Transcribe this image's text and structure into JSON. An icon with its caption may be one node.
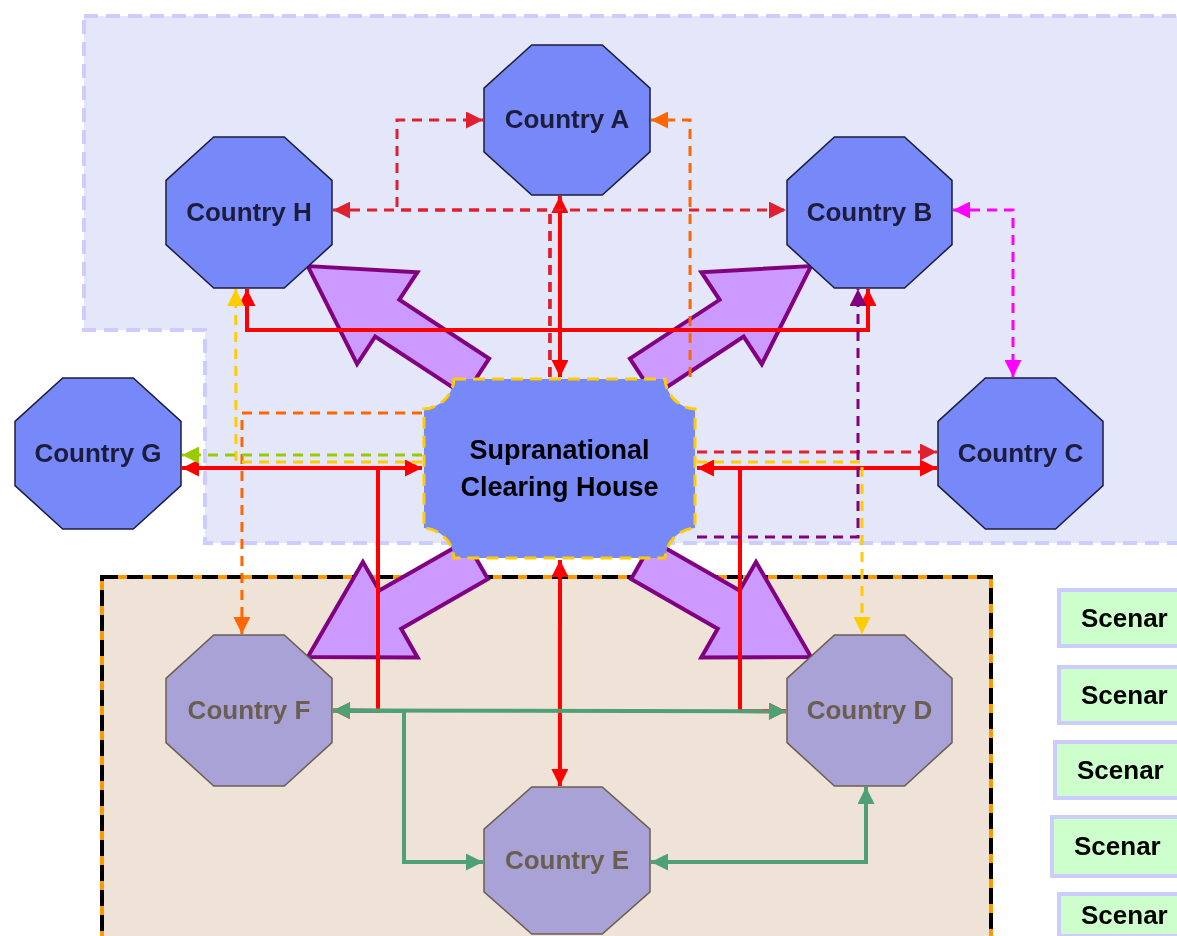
{
  "diagram": {
    "nodes": [
      {
        "text": [],
        "shape": "box"
      },
      {
        "text": [
          "Country A"
        ],
        "in": 0
      },
      {
        "text": [
          "Country H"
        ],
        "in": 0
      },
      {
        "text": [
          "Country B"
        ],
        "in": 0
      },
      {
        "text": [
          "Supranational Clearing House"
        ],
        "in": 0
      },
      {
        "text": [
          "Country C"
        ],
        "in": 0
      },
      {
        "text": [
          "Country G"
        ]
      },
      {
        "text": [],
        "shape": "box"
      },
      {
        "text": [
          "Country F"
        ],
        "in": 7
      },
      {
        "text": [
          "Country D"
        ],
        "in": 7
      },
      {
        "text": [
          "Country E"
        ],
        "in": 7
      },
      {
        "text": [
          "Scenar"
        ]
      },
      {
        "text": [
          "Scenar"
        ]
      },
      {
        "text": [
          "Scenar"
        ]
      },
      {
        "text": [
          "Scenar"
        ]
      },
      {
        "text": [
          "Scenar"
        ]
      }
    ],
    "edges": [
      {
        "from": 4,
        "to": 2,
        "arrow": "to",
        "style": "thick",
        "color": "#800080"
      },
      {
        "from": 4,
        "to": 3,
        "arrow": "to",
        "style": "thick",
        "color": "#800080"
      },
      {
        "from": 4,
        "to": 8,
        "arrow": "to",
        "style": "thick",
        "color": "#800080"
      },
      {
        "from": 4,
        "to": 9,
        "arrow": "to",
        "style": "thick",
        "color": "#800080"
      },
      {
        "from": 4,
        "to": 1,
        "arrow": "both"
      },
      {
        "from": 4,
        "to": 6,
        "arrow": "both"
      },
      {
        "from": 4,
        "to": 5,
        "arrow": "both"
      },
      {
        "from": 4,
        "to": 10,
        "arrow": "both"
      },
      {
        "from": 2,
        "to": 3,
        "arrow": "both"
      },
      {
        "from": 4,
        "to": 8,
        "arrow": "to"
      },
      {
        "from": 4,
        "to": 9,
        "arrow": "to"
      },
      {
        "from": 4,
        "to": 2,
        "arrow": "to",
        "style": "dashed",
        "color": "#e0202e"
      },
      {
        "from": 4,
        "to": 1,
        "arrow": "to",
        "style": "dashed",
        "color": "#e0202e"
      },
      {
        "from": 4,
        "to": 3,
        "arrow": "to",
        "style": "dashed",
        "color": "#e0202e"
      },
      {
        "from": 4,
        "to": 5,
        "arrow": "to",
        "style": "dashed",
        "color": "#e0202e"
      },
      {
        "from": 3,
        "to": 5,
        "arrow": "both",
        "style": "dashed",
        "color": "#ff00ff"
      },
      {
        "from": 4,
        "to": 1,
        "arrow": "to",
        "style": "dashed",
        "color": "#ff6600"
      },
      {
        "from": 4,
        "to": 8,
        "arrow": "to",
        "style": "dashed",
        "color": "#ff6600"
      },
      {
        "from": 4,
        "to": 2,
        "arrow": "to",
        "style": "dashed",
        "color": "#ffcc00"
      },
      {
        "from": 4,
        "to": 9,
        "arrow": "to",
        "style": "dashed",
        "color": "#ffcc00"
      },
      {
        "from": 4,
        "to": 6,
        "arrow": "to",
        "style": "dashed",
        "color": "#99cc00"
      },
      {
        "from": 4,
        "to": 3,
        "arrow": "to",
        "style": "dashed",
        "color": "#800080"
      },
      {
        "from": 8,
        "to": 9,
        "arrow": "both",
        "color": "#50a077"
      },
      {
        "from": 8,
        "to": 10,
        "arrow": "to",
        "color": "#50a077"
      },
      {
        "from": 10,
        "to": 9,
        "arrow": "both",
        "color": "#50a077"
      }
    ]
  }
}
